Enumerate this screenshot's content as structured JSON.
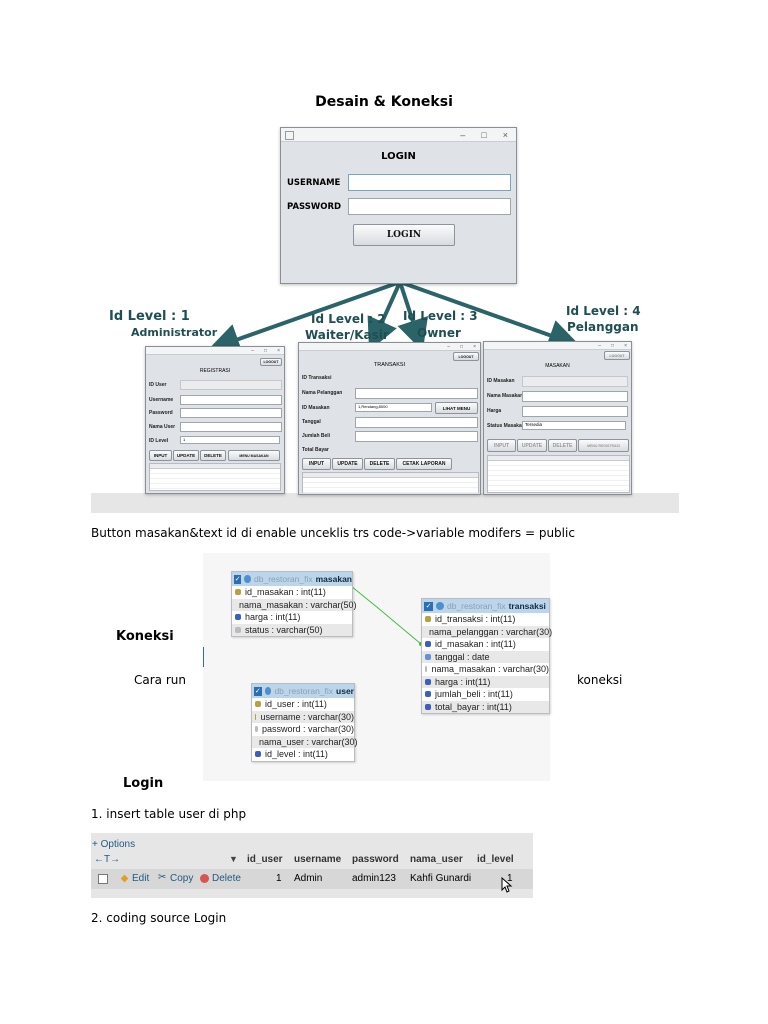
{
  "title": "Desain & Koneksi",
  "login_window": {
    "title": "LOGIN",
    "username_label": "USERNAME",
    "password_label": "PASSWORD",
    "login_button": "LOGIN",
    "controls": [
      "–",
      "□",
      "×"
    ]
  },
  "levels": [
    {
      "id": "Id Level : 1",
      "name": "Administrator"
    },
    {
      "id": "Id Level : 2",
      "name": "Waiter/Kasir"
    },
    {
      "id": "Id Level : 3",
      "name": "Owner"
    },
    {
      "id": "Id Level : 4",
      "name": "Pelanggan"
    }
  ],
  "win_registrasi": {
    "logout": "LOGOUT",
    "title": "REGISTRASI",
    "labels": [
      "ID User",
      "Username",
      "Password",
      "Nama User",
      "ID Level"
    ],
    "level_value": "1",
    "buttons": [
      "INPUT",
      "UPDATE",
      "DELETE",
      "MENU MASAKAN"
    ]
  },
  "win_transaksi": {
    "logout": "LOGOUT",
    "title": "TRANSAKSI",
    "labels": [
      "ID Transaksi",
      "Nama Pelanggan",
      "ID Masakan",
      "Tanggal",
      "Jumlah Beli",
      "Total Bayar"
    ],
    "masakan_value": "1,Rendang,8000",
    "lihat_menu": "LIHAT MENU",
    "buttons": [
      "INPUT",
      "UPDATE",
      "DELETE",
      "CETAK LAPORAN"
    ]
  },
  "win_masakan": {
    "logout": "LOGOUT",
    "title": "MASAKAN",
    "labels": [
      "ID Masakan",
      "Nama Masakan",
      "Harga",
      "Status Masakan"
    ],
    "status_value": "Tersedia",
    "buttons": [
      "INPUT",
      "UPDATE",
      "DELETE",
      "MENU REGISTRASI"
    ]
  },
  "note": "Button masakan&text id di enable unceklis trs code->variable modifers = public",
  "db_tables": {
    "masakan": {
      "db": "db_restoran_fix",
      "name": "masakan",
      "fields": [
        "id_masakan : int(11)",
        "nama_masakan : varchar(50)",
        "harga : int(11)",
        "status : varchar(50)"
      ]
    },
    "transaksi": {
      "db": "db_restoran_fix",
      "name": "transaksi",
      "fields": [
        "id_transaksi : int(11)",
        "nama_pelanggan : varchar(30)",
        "id_masakan : int(11)",
        "tanggal : date",
        "nama_masakan : varchar(30)",
        "harga : int(11)",
        "jumlah_beli : int(11)",
        "total_bayar : int(11)"
      ]
    },
    "user": {
      "db": "db_restoran_fix",
      "name": "user",
      "fields": [
        "id_user : int(11)",
        "username : varchar(30)",
        "password : varchar(30)",
        "nama_user : varchar(30)",
        "id_level : int(11)"
      ]
    }
  },
  "koneksi_heading": "Koneksi",
  "cara_run": "Cara run",
  "koneksi_right": "koneksi",
  "login_heading": "Login",
  "step1": "1. insert table user di php",
  "pma": {
    "options": "+ Options",
    "arrows": "←T→",
    "sort": "▼",
    "columns": [
      "id_user",
      "username",
      "password",
      "nama_user",
      "id_level"
    ],
    "actions": [
      "Edit",
      "Copy",
      "Delete"
    ],
    "row": [
      "1",
      "Admin",
      "admin123",
      "Kahfi Gunardi",
      "1"
    ]
  },
  "step2": "2. coding source Login",
  "colors": {
    "arrow": "#2a6468",
    "level_text": "#1f4f52",
    "db_header": "#bcd5ea",
    "pma_link": "#235a81"
  }
}
